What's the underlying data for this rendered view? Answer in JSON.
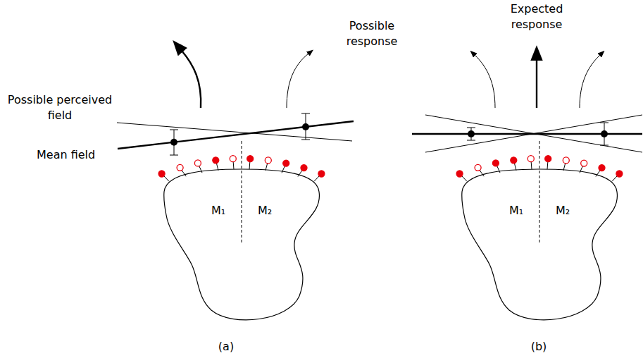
{
  "diagram": {
    "nodes": [
      {
        "text": [
          "M₁",
          "M₂"
        ]
      },
      {
        "text": [
          "M₁",
          "M₂"
        ]
      }
    ],
    "labels": [
      "Possible response",
      "Possible perceived field",
      "Mean field",
      "(a)",
      "Expected response",
      "(b)"
    ]
  }
}
